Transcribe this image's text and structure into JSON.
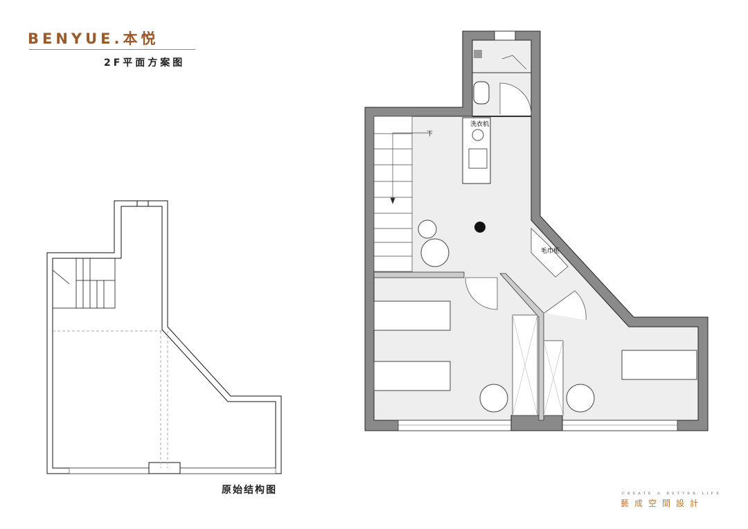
{
  "header": {
    "brand": "BENYUE.本悦",
    "subtitle": "2F平面方案图"
  },
  "plan": {
    "labels": {
      "down": "下",
      "washer": "洗衣机",
      "towel_cabinet": "毛巾柜"
    }
  },
  "original": {
    "caption": "原始结构图"
  },
  "footer": {
    "tagline": "CREATE A BETTER LIFE",
    "logo": "藝成空間設計"
  },
  "colors": {
    "brand": "#9a5a2a",
    "wall": "#8a8a8a",
    "floor": "#eeeeee",
    "logo": "#c07a2a"
  }
}
